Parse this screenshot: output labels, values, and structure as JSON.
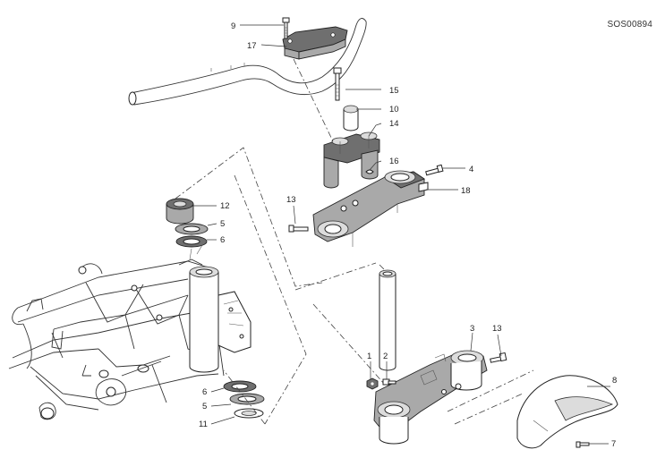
{
  "drawing_code": "SOS00894",
  "callouts": [
    {
      "id": "c9",
      "label": "9"
    },
    {
      "id": "c17",
      "label": "17"
    },
    {
      "id": "c15",
      "label": "15"
    },
    {
      "id": "c10",
      "label": "10"
    },
    {
      "id": "c14",
      "label": "14"
    },
    {
      "id": "c16",
      "label": "16"
    },
    {
      "id": "c4",
      "label": "4"
    },
    {
      "id": "c18",
      "label": "18"
    },
    {
      "id": "c13a",
      "label": "13"
    },
    {
      "id": "c12",
      "label": "12"
    },
    {
      "id": "c5a",
      "label": "5"
    },
    {
      "id": "c6a",
      "label": "6"
    },
    {
      "id": "c3",
      "label": "3"
    },
    {
      "id": "c13b",
      "label": "13"
    },
    {
      "id": "c1",
      "label": "1"
    },
    {
      "id": "c2",
      "label": "2"
    },
    {
      "id": "c8",
      "label": "8"
    },
    {
      "id": "c6b",
      "label": "6"
    },
    {
      "id": "c5b",
      "label": "5"
    },
    {
      "id": "c11",
      "label": "11"
    },
    {
      "id": "c7",
      "label": "7"
    }
  ]
}
